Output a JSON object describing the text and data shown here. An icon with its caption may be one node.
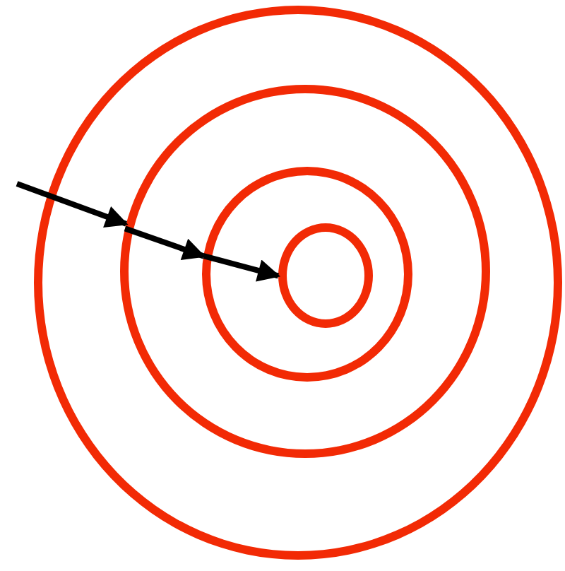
{
  "diagram": {
    "nodes": [
      {
        "text": [],
        "shape": "circle"
      },
      {
        "text": [],
        "shape": "circle",
        "in": 0
      },
      {
        "text": [],
        "shape": "circle",
        "in": 1
      },
      {
        "text": [],
        "shape": "circle",
        "in": 2
      }
    ],
    "edges": [
      {
        "from": null,
        "to": 1,
        "arrow": "to"
      },
      {
        "from": 1,
        "to": 2,
        "arrow": "to"
      },
      {
        "from": 2,
        "to": 3,
        "arrow": "to"
      }
    ]
  }
}
